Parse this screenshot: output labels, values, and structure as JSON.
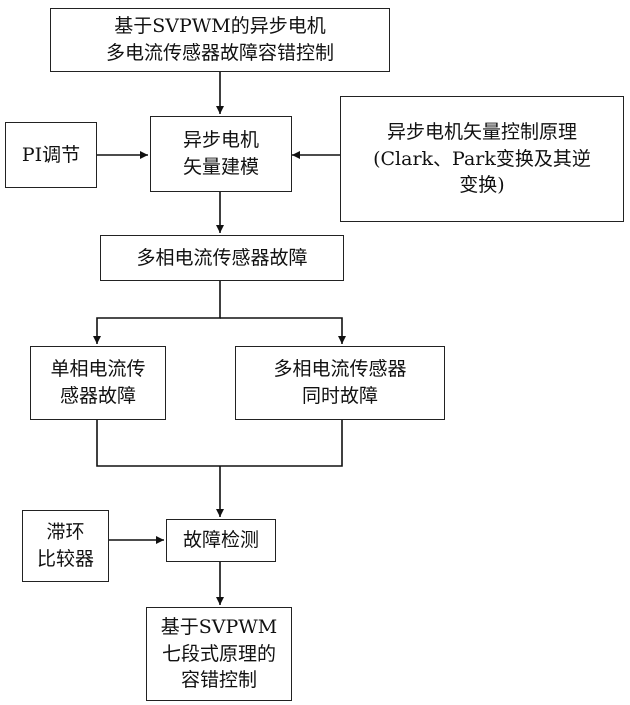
{
  "diagram": {
    "nodes": {
      "top": {
        "lines": [
          "基于SVPWM的异步电机",
          "多电流传感器故障容错控制"
        ]
      },
      "pi": {
        "lines": [
          "PI调节"
        ]
      },
      "model": {
        "lines": [
          "异步电机",
          "矢量建模"
        ]
      },
      "principle": {
        "lines": [
          "异步电机矢量控制原理",
          "(Clark、Park变换及其逆",
          "变换)"
        ]
      },
      "multi_fault": {
        "lines": [
          "多相电流传感器故障"
        ]
      },
      "single": {
        "lines": [
          "单相电流传",
          "感器故障"
        ]
      },
      "simul": {
        "lines": [
          "多相电流传感器",
          "同时故障"
        ]
      },
      "hyst": {
        "lines": [
          "滞环",
          "比较器"
        ]
      },
      "detect": {
        "lines": [
          "故障检测"
        ]
      },
      "bottom": {
        "lines": [
          "基于SVPWM",
          "七段式原理的",
          "容错控制"
        ]
      }
    },
    "edges": [
      {
        "from": "top",
        "to": "model"
      },
      {
        "from": "pi",
        "to": "model"
      },
      {
        "from": "principle",
        "to": "model"
      },
      {
        "from": "model",
        "to": "multi_fault"
      },
      {
        "from": "multi_fault",
        "to": "single"
      },
      {
        "from": "multi_fault",
        "to": "simul"
      },
      {
        "from": "single",
        "to": "detect"
      },
      {
        "from": "simul",
        "to": "detect"
      },
      {
        "from": "hyst",
        "to": "detect"
      },
      {
        "from": "detect",
        "to": "bottom"
      }
    ]
  }
}
